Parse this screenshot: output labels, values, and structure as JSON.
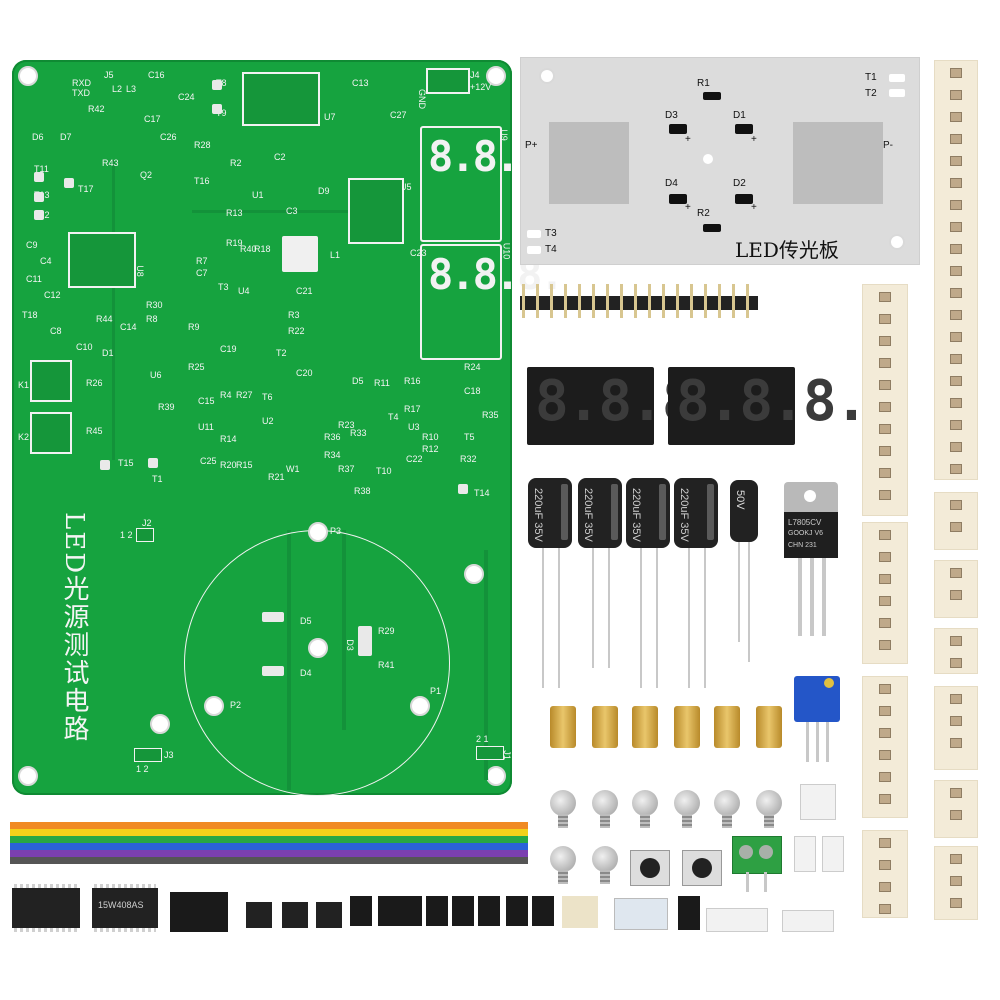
{
  "pcb": {
    "title_vertical": "LED光源测试电路",
    "displays": [
      "8.8.8.",
      "8.8.8."
    ],
    "labels": {
      "j4": "J4",
      "plus12v": "+12V",
      "gnd": "GND",
      "u9": "U9",
      "u10": "U10",
      "u5": "U5",
      "u7": "U7",
      "u8": "U8",
      "j5": "J5",
      "rxd": "RXD",
      "txd": "TXD",
      "c16": "C16",
      "l2": "L2",
      "l3": "L3",
      "r42": "R42",
      "r43": "R43",
      "c17": "C17",
      "c26": "C26",
      "c24": "C24",
      "t8": "T8",
      "t9": "T9",
      "c13": "C13",
      "c27": "C27",
      "d6": "D6",
      "d7": "D7",
      "t11": "T11",
      "t13": "T13",
      "t12": "T12",
      "t17": "T17",
      "q2": "Q2",
      "r28": "R28",
      "t16": "T16",
      "r2": "R2",
      "c2": "C2",
      "u1": "U1",
      "d9": "D9",
      "c3": "C3",
      "l1": "L1",
      "c23": "C23",
      "c9": "C9",
      "c4": "C4",
      "c11": "C11",
      "c12": "C12",
      "t18": "T18",
      "c8": "C8",
      "r44": "R44",
      "c10": "C10",
      "c14": "C14",
      "d1": "D1",
      "u6": "U6",
      "r26": "R26",
      "k1": "K1",
      "k2": "K2",
      "r45": "R45",
      "t15": "T15",
      "t1": "T1",
      "r39": "R39",
      "c15": "C15",
      "u11": "U11",
      "c25": "C25",
      "r25": "R25",
      "r13": "R13",
      "r19": "R19",
      "r40": "R40",
      "r18": "R18",
      "r7": "R7",
      "c7": "C7",
      "t3": "T3",
      "u4": "U4",
      "c21": "C21",
      "r3": "R3",
      "r22": "R22",
      "t2": "T2",
      "c19": "C19",
      "r30": "R30",
      "r8": "R8",
      "r9": "R9",
      "c20": "C20",
      "r27": "R27",
      "r4": "R4",
      "t6": "T6",
      "u2": "U2",
      "r14": "R14",
      "r20": "R20",
      "r15": "R15",
      "r21": "R21",
      "w1": "W1",
      "d5top": "D5",
      "r11": "R11",
      "r16": "R16",
      "r17": "R17",
      "r24": "R24",
      "c18": "C18",
      "r35": "R35",
      "r33": "R33",
      "r36": "R36",
      "r34": "R34",
      "r37": "R37",
      "r23": "R23",
      "t4": "T4",
      "u3": "U3",
      "r10": "R10",
      "r12": "R12",
      "t5": "T5",
      "r32": "R32",
      "c22": "C22",
      "r38": "R38",
      "t10": "T10",
      "t14": "T14",
      "j2": "J2",
      "j2pins": "1 2",
      "p3": "P3",
      "d5": "D5",
      "d3": "D3",
      "r29": "R29",
      "r41": "R41",
      "d4": "D4",
      "p1": "P1",
      "p2": "P2",
      "j3": "J3",
      "j3pins": "1 2",
      "j1": "J1",
      "j1pins": "2 1"
    }
  },
  "led_board": {
    "title": "LED传光板",
    "labels": {
      "r1": "R1",
      "t1": "T1",
      "t2": "T2",
      "d3": "D3",
      "d1": "D1",
      "p_plus": "P+",
      "p_minus": "P-",
      "d4": "D4",
      "d2": "D2",
      "r2": "R2",
      "t3": "T3",
      "t4": "T4",
      "plus": "+"
    }
  },
  "displays": [
    "8.8.8.",
    "8.8.8."
  ],
  "capacitors": [
    {
      "label": "220uF 35V"
    },
    {
      "label": "220uF 35V"
    },
    {
      "label": "220uF 35V"
    },
    {
      "label": "220uF 35V"
    },
    {
      "label": "50V"
    }
  ],
  "regulator": {
    "line1": "L7805CV",
    "line2": "GOOKJ V6",
    "line3": "CHN 231"
  },
  "chips": {
    "chip1": "",
    "chip2": "15W408AS"
  },
  "colors": {
    "pcb_green": "#16a33f",
    "silk_white": "#f4f4f4",
    "board_white": "#dcdcdc",
    "terminal_green": "#2ea043"
  }
}
